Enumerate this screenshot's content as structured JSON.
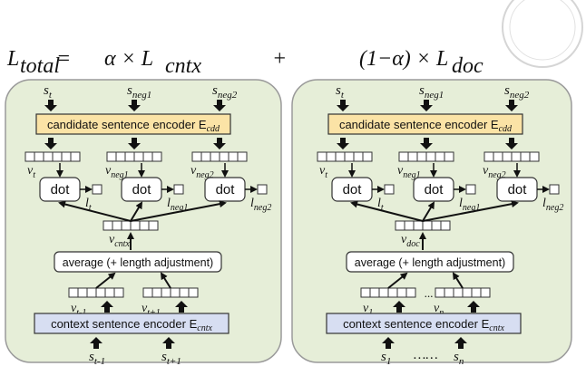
{
  "formula": {
    "lhs": "L",
    "lhs_sub": "total",
    "eq": "=",
    "term1_prefix": "α × L",
    "term1_sub": "cntx",
    "plus": "+",
    "term2_prefix": "(1−α) × L",
    "term2_sub": "doc"
  },
  "left": {
    "top_inputs": [
      {
        "base": "s",
        "sub": "t"
      },
      {
        "base": "s",
        "sub": "neg1"
      },
      {
        "base": "s",
        "sub": "neg2"
      }
    ],
    "candidate_encoder_prefix": "candidate sentence encoder E",
    "candidate_encoder_sub": "cdd",
    "vec_labels": [
      {
        "base": "v",
        "sub": "t"
      },
      {
        "base": "v",
        "sub": "neg1"
      },
      {
        "base": "v",
        "sub": "neg2"
      }
    ],
    "dot_labels": [
      "dot",
      "dot",
      "dot"
    ],
    "score_labels": [
      {
        "base": "l",
        "sub": "t"
      },
      {
        "base": "l",
        "sub": "neg1"
      },
      {
        "base": "l",
        "sub": "neg2"
      }
    ],
    "context_vec": {
      "base": "v",
      "sub": "cntx"
    },
    "average_label": "average (+ length adjustment)",
    "bottom_vecs": [
      {
        "base": "v",
        "sub": "t-1"
      },
      {
        "base": "v",
        "sub": "t+1"
      }
    ],
    "context_encoder_prefix": "context sentence encoder E",
    "context_encoder_sub": "cntx",
    "bottom_inputs": [
      {
        "base": "s",
        "sub": "t-1"
      },
      {
        "base": "s",
        "sub": "t+1"
      }
    ]
  },
  "right": {
    "top_inputs": [
      {
        "base": "s",
        "sub": "t"
      },
      {
        "base": "s",
        "sub": "neg1"
      },
      {
        "base": "s",
        "sub": "neg2"
      }
    ],
    "candidate_encoder_prefix": "candidate sentence encoder E",
    "candidate_encoder_sub": "cdd",
    "vec_labels": [
      {
        "base": "v",
        "sub": "t"
      },
      {
        "base": "v",
        "sub": "neg1"
      },
      {
        "base": "v",
        "sub": "neg2"
      }
    ],
    "dot_labels": [
      "dot",
      "dot",
      "dot"
    ],
    "score_labels": [
      {
        "base": "l",
        "sub": "t"
      },
      {
        "base": "l",
        "sub": "neg1"
      },
      {
        "base": "l",
        "sub": "neg2"
      }
    ],
    "context_vec": {
      "base": "v",
      "sub": "doc"
    },
    "average_label": "average (+ length adjustment)",
    "bottom_vecs": [
      {
        "base": "v",
        "sub": "1"
      },
      {
        "base": "v",
        "sub": "n"
      }
    ],
    "mid_ellipsis": "...",
    "context_encoder_prefix": "context sentence encoder E",
    "context_encoder_sub": "cntx",
    "bottom_inputs": [
      {
        "base": "s",
        "sub": "1"
      },
      {
        "base": "s",
        "sub": "n"
      }
    ],
    "bottom_ellipsis": "……"
  },
  "colors": {
    "panel_bg": "#e6eed8",
    "panel_border": "#9a9a9a",
    "cdd_bg": "#fbe3a6",
    "cntx_bg": "#d7def2",
    "box_border": "#333333"
  }
}
